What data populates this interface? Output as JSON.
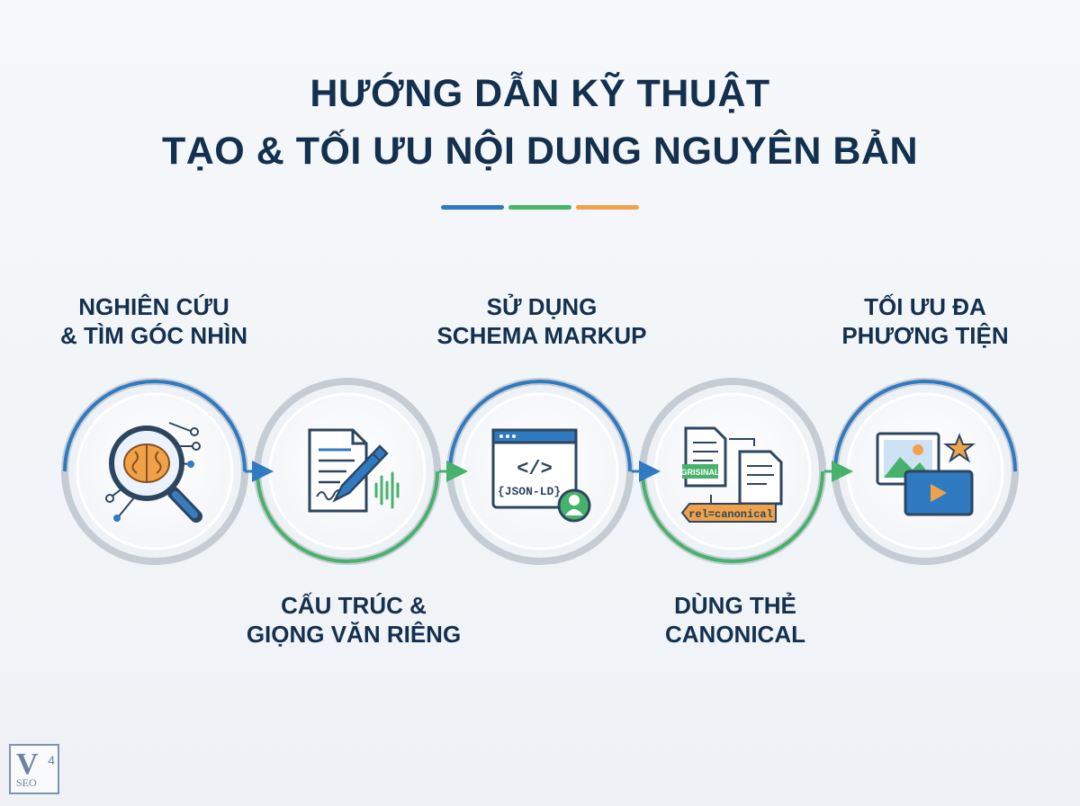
{
  "title": {
    "line1": "HƯỚNG DẪN KỸ THUẬT",
    "line2": "TẠO & TỐI ƯU NỘI DUNG NGUYÊN BẢN"
  },
  "underline_colors": [
    "#2f7ac1",
    "#47b26b",
    "#f0a24a"
  ],
  "steps": [
    {
      "line1": "NGHIÊN CỨU",
      "line2": "& TÌM GÓC NHÌN",
      "icon": "brain-magnifier-icon",
      "ring_color": "#2f7ac1"
    },
    {
      "line1": "CẤU TRÚC &",
      "line2": "GIỌNG VĂN RIÊNG",
      "icon": "document-pen-icon",
      "ring_color": "#47b26b"
    },
    {
      "line1": "SỬ DỤNG",
      "line2": "SCHEMA MARKUP",
      "icon": "code-window-icon",
      "ring_color": "#2f7ac1",
      "icon_text": "{JSON-LD}"
    },
    {
      "line1": "DÙNG THẺ",
      "line2": "CANONICAL",
      "icon": "canonical-documents-icon",
      "ring_color": "#47b26b",
      "icon_text_doc": "GRISINAL",
      "icon_text_tag": "rel=canonical"
    },
    {
      "line1": "TỐI ƯU ĐA",
      "line2": "PHƯƠNG TIỆN",
      "icon": "media-image-video-icon",
      "ring_color": "#2f7ac1"
    }
  ],
  "colors": {
    "title": "#14304f",
    "blue": "#2f7ac1",
    "green": "#47b26b",
    "orange": "#f0a24a",
    "ring_gray": "#c6ccd3"
  },
  "logo": {
    "main": "V",
    "superscript": "4",
    "sub": "SEO"
  }
}
